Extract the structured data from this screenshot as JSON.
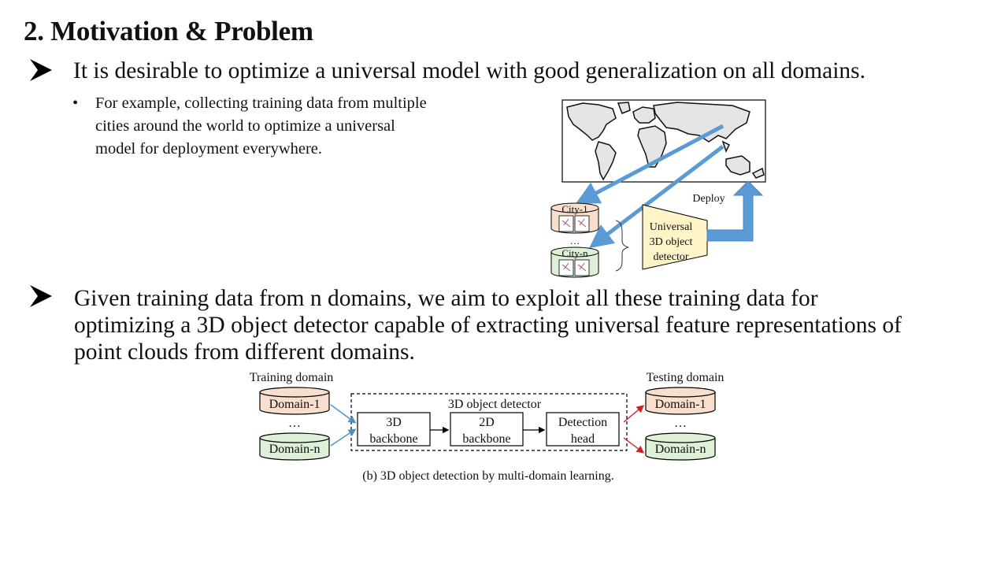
{
  "slide": {
    "title": "2. Motivation & Problem",
    "bullet1": "It is desirable to optimize a universal model with good generalization on all domains.",
    "sub_bullet_lines": [
      "For example, collecting training data from multiple",
      "cities around the world  to optimize a universal",
      "model for deployment everywhere."
    ],
    "bullet2_lines": [
      "Given training data from n domains, we aim to exploit all these training data for",
      "optimizing a 3D object detector capable of extracting universal feature representations of",
      "point clouds from different domains."
    ]
  },
  "figure_top": {
    "city_1": "City-1",
    "city_n": "City-n",
    "ellipsis": "…",
    "deploy": "Deploy",
    "detector_lines": [
      "Universal",
      "3D object",
      "detector"
    ],
    "colors": {
      "arrow": "#5b9bd5",
      "city": "#f8dfcd",
      "city_green": "#dff0d8",
      "detector": "#fff4c8"
    }
  },
  "figure_bottom": {
    "training_domain": "Training domain",
    "testing_domain": "Testing domain",
    "domain_1": "Domain-1",
    "domain_n": "Domain-n",
    "ellipsis": "…",
    "detector_title": "3D object detector",
    "block1": [
      "3D",
      "backbone"
    ],
    "block2": [
      "2D",
      "backbone"
    ],
    "block3": [
      "Detection",
      "head"
    ],
    "caption": "(b) 3D object detection by multi-domain learning.",
    "colors": {
      "orange": "#f8dfcd",
      "green": "#dff0d8",
      "blue_arrow": "#4a90c8",
      "red_arrow": "#d0202a"
    }
  }
}
